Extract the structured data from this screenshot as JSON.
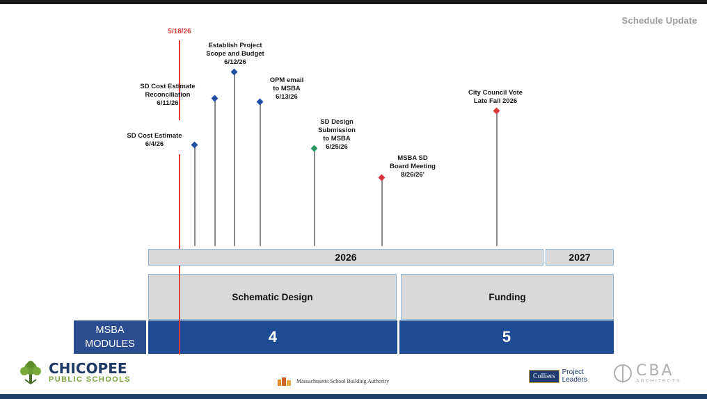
{
  "slide": {
    "title": "Schedule Update"
  },
  "milestones": [
    {
      "label": "5/18/26",
      "highlight": true
    },
    {
      "label": "SD Cost Estimate\n6/4/26",
      "color": "#1f4ea3"
    },
    {
      "label": "SD Cost Estimate\nReconciliation\n6/11/26",
      "color": "#1f4ea3"
    },
    {
      "label": "Establish Project\nScope and Budget\n6/12/26",
      "color": "#1f4ea3"
    },
    {
      "label": "OPM email\nto MSBA\n6/13/26",
      "color": "#1f4ea3"
    },
    {
      "label": "SD Design\nSubmission\nto MSBA\n6/25/26",
      "color": "#2e9a63"
    },
    {
      "label": "MSBA SD\nBoard Meeting\n8/26/26'",
      "color": "#d9363e"
    },
    {
      "label": "City Council Vote\nLate Fall 2026",
      "color": "#d9363e"
    }
  ],
  "timeline": {
    "years": [
      "2026",
      "2027"
    ]
  },
  "phases": [
    "Schematic Design",
    "Funding"
  ],
  "modules": {
    "label": "MSBA\nMODULES",
    "values": [
      "4",
      "5"
    ]
  },
  "footer": {
    "chicopee_name": "CHICOPEE",
    "chicopee_sub": "PUBLIC SCHOOLS",
    "msba": "Massachusetts School Building Authority",
    "colliers": "Colliers",
    "project_leaders": "Project\nLeaders",
    "cba": "CBA",
    "cba_sub": "ARCHITECTS"
  },
  "colors": {
    "module_blue": "#1e4c94",
    "today_red": "#e53935",
    "bar_border": "#8eb4d6"
  }
}
